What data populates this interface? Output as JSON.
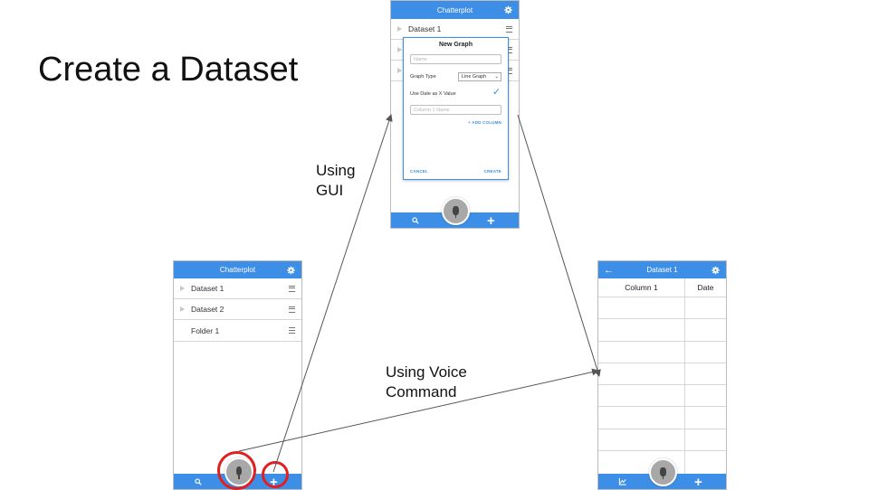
{
  "slide": {
    "title": "Create a Dataset",
    "caption_gui": "Using\nGUI",
    "caption_voice": "Using Voice\nCommand"
  },
  "phone_list": {
    "app_title": "Chatterplot",
    "items": [
      {
        "label": "Dataset 1",
        "type": "dataset"
      },
      {
        "label": "Dataset 2",
        "type": "dataset"
      },
      {
        "label": "Folder 1",
        "type": "folder"
      }
    ]
  },
  "phone_dialog": {
    "app_title": "Chatterplot",
    "behind_item": "Dataset 1",
    "dialog": {
      "title": "New Graph",
      "name_placeholder": "Name",
      "graph_type_label": "Graph Type",
      "graph_type_value": "Line Graph",
      "use_date_label": "Use Date as X Value",
      "use_date_checked": true,
      "column_placeholder": "Column 1 Name",
      "add_column": "+ ADD COLUMN",
      "cancel": "CANCEL",
      "create": "CREATE"
    }
  },
  "phone_table": {
    "app_title": "Dataset 1",
    "columns": [
      "Column 1",
      "Date"
    ]
  },
  "icons": {
    "settings": "gear-icon",
    "search": "search-icon",
    "mic": "microphone-icon",
    "add": "plus-icon",
    "chart": "chart-icon",
    "back": "back-arrow-icon",
    "menu": "hamburger-icon"
  },
  "colors": {
    "app_bar": "#3d8ee6",
    "highlight_ring": "#e02020"
  }
}
